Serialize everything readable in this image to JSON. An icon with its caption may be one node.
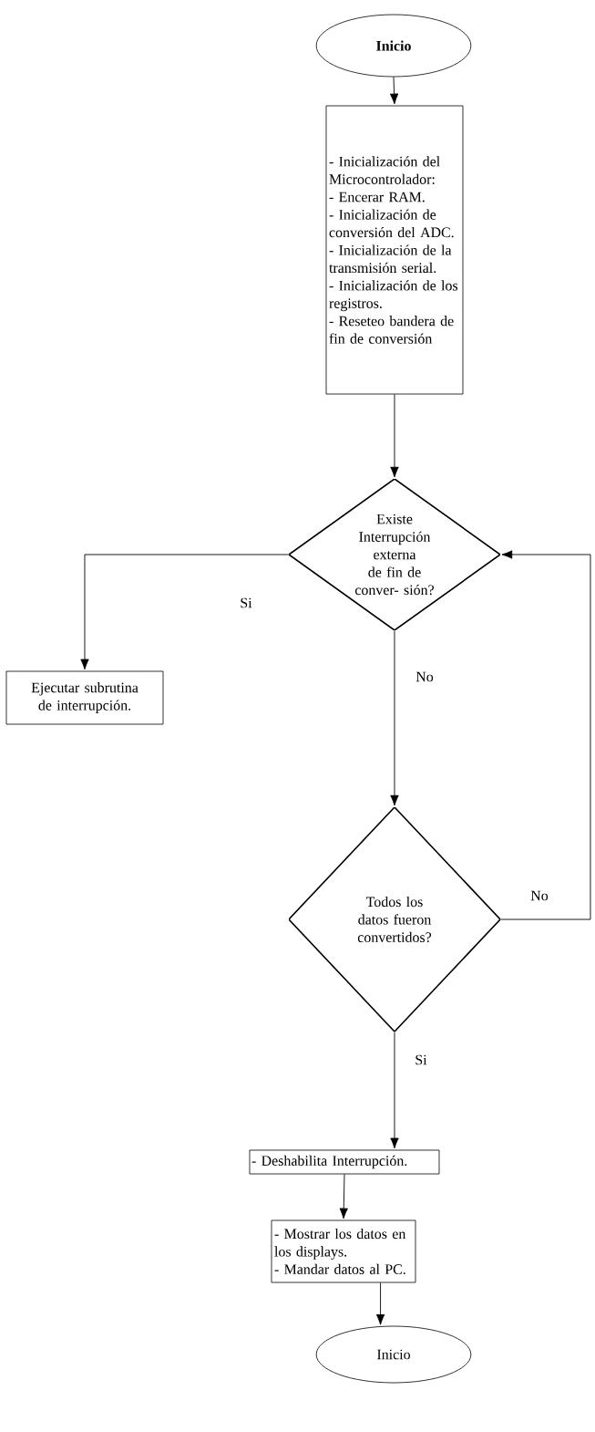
{
  "diagram": {
    "nodes": [
      {
        "text": [
          "Inicio"
        ]
      },
      {
        "text": [
          "- Inicialización del Microcontrolador:",
          "- Encerar RAM.",
          "- Inicialización de conversión del ADC.",
          "- Inicialización de la transmisión serial.",
          "- Inicialización de los registros.",
          "- Reseteo bandera de fin de conversión"
        ]
      },
      {
        "text": [
          "Existe Interrupción externa de fin de conver- sión?"
        ]
      },
      {
        "text": [
          "Ejecutar subrutina de interrupción."
        ]
      },
      {
        "text": [
          "Todos los datos fueron convertidos?"
        ]
      },
      {
        "text": [
          "- Deshabilita Interrupción."
        ]
      },
      {
        "text": [
          "- Mostrar los datos en los displays.",
          "- Mandar datos al PC."
        ]
      },
      {
        "text": [
          "Inicio"
        ]
      }
    ],
    "edges": [
      {
        "from": 0,
        "to": 1,
        "arrow": "to"
      },
      {
        "from": 1,
        "to": 2,
        "arrow": "to"
      },
      {
        "from": 2,
        "to": 3,
        "arrow": "to",
        "label": "Si"
      },
      {
        "from": 2,
        "to": 4,
        "arrow": "to",
        "label": "No"
      },
      {
        "from": 4,
        "to": 2,
        "arrow": "to",
        "label": "No"
      },
      {
        "from": 4,
        "to": 5,
        "arrow": "to",
        "label": "Si"
      },
      {
        "from": 5,
        "to": 6,
        "arrow": "to"
      },
      {
        "from": 6,
        "to": 7,
        "arrow": "to"
      }
    ]
  }
}
